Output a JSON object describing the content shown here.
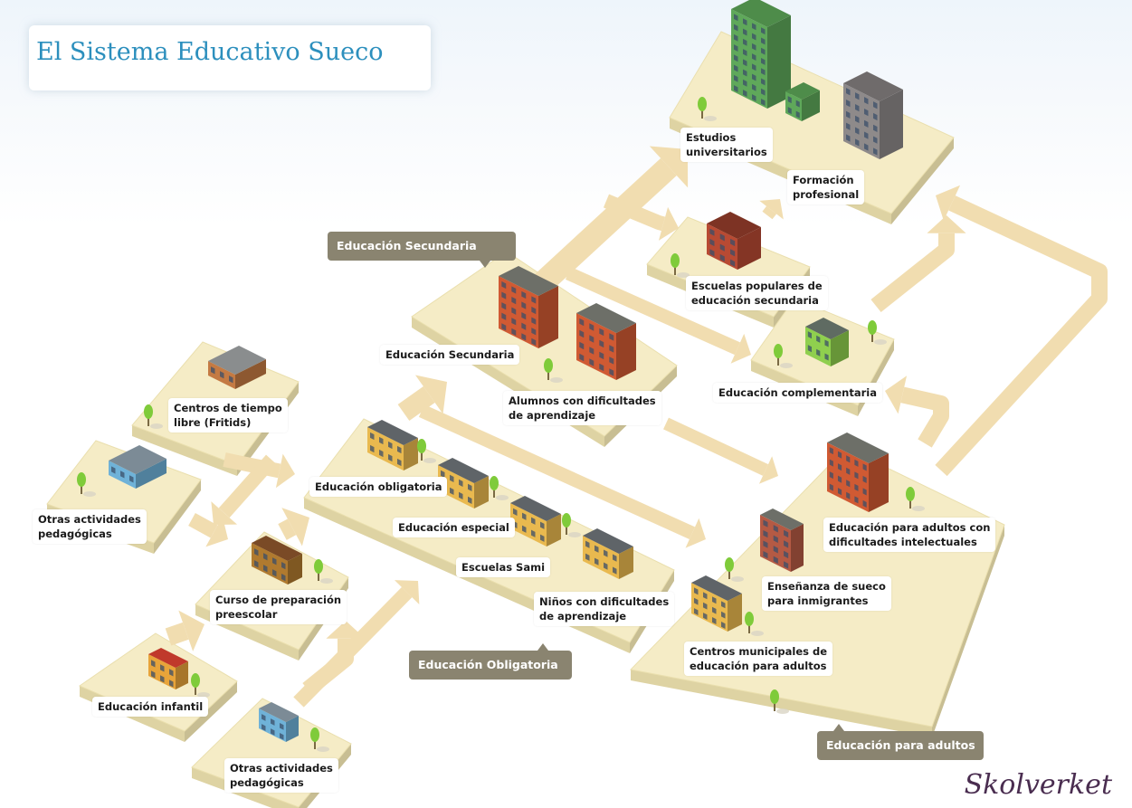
{
  "title": "El Sistema Educativo Sueco",
  "brand": "Skolverket",
  "colors": {
    "platform_top": "#f5ecc6",
    "platform_side": "#ded3a3",
    "arrow": "#f1ddb0",
    "tag_bg": "#8a8470",
    "title_color": "#2c8fbd",
    "school_red": "#d05a33",
    "school_yellow": "#e9b94f",
    "university_green": "#5fa85a",
    "vocational_grey": "#8e8a8a",
    "complementary_green": "#8fcf4e",
    "tree": "#7fcb3a"
  },
  "stage_tags": {
    "secundaria": "Educación Secundaria",
    "obligatoria": "Educación Obligatoria",
    "adultos": "Educación para adultos"
  },
  "labels": {
    "universidad": "Estudios\nuniversitarios",
    "formacion_profesional": "Formación\nprofesional",
    "escuelas_populares": "Escuelas populares de\neducación secundaria",
    "secundaria": "Educación Secundaria",
    "secundaria_dificultades": "Alumnos con dificultades\nde aprendizaje",
    "complementaria": "Educación complementaria",
    "centros_tiempo_libre": "Centros de tiempo\nlibre (Fritids)",
    "otras_actividades_1": "Otras actividades\npedagógicas",
    "obligatoria": "Educación obligatoria",
    "especial": "Educación especial",
    "sami": "Escuelas Sami",
    "ninos_dificultades": "Niños con dificultades\nde aprendizaje",
    "preescolar": "Curso de preparación\npreescolar",
    "infantil": "Educación infantil",
    "otras_actividades_2": "Otras actividades\npedagógicas",
    "adultos_intelectuales": "Educación para adultos con\ndificultades intelectuales",
    "sueco_inmigrantes": "Enseñanza de sueco\npara inmigrantes",
    "centros_municipales": "Centros municipales de\neducación para adultos"
  }
}
